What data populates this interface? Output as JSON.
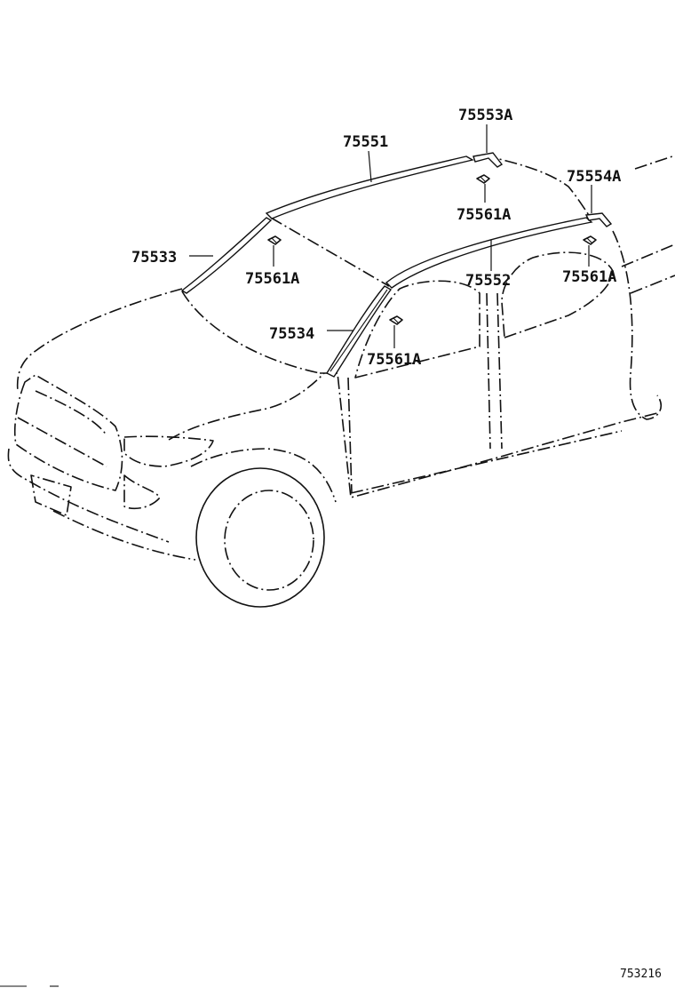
{
  "diagram": {
    "part_labels": [
      {
        "id": "75553A",
        "text": "75553A"
      },
      {
        "id": "75551",
        "text": "75551"
      },
      {
        "id": "75554A",
        "text": "75554A"
      },
      {
        "id": "75561A-roof",
        "text": "75561A"
      },
      {
        "id": "75533",
        "text": "75533"
      },
      {
        "id": "75561A-front",
        "text": "75561A"
      },
      {
        "id": "75552",
        "text": "75552"
      },
      {
        "id": "75561A-rear",
        "text": "75561A"
      },
      {
        "id": "75534",
        "text": "75534"
      },
      {
        "id": "75561A-pillar",
        "text": "75561A"
      }
    ],
    "reference_code": "753216",
    "icons": [
      "clip-icon",
      "clip-icon",
      "clip-icon",
      "clip-icon"
    ]
  }
}
